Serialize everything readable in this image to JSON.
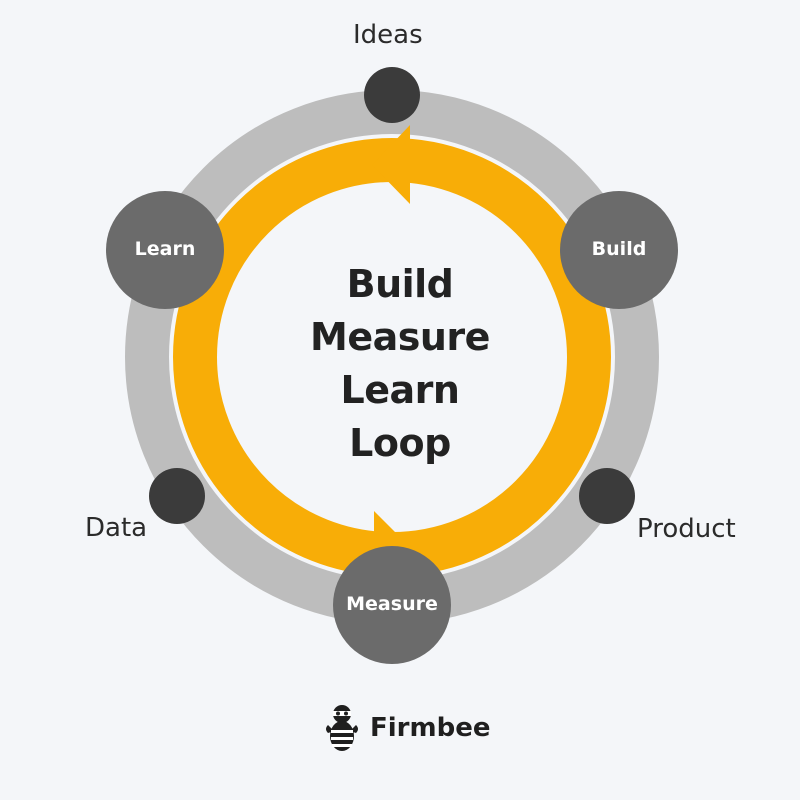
{
  "title_lines": [
    "Build",
    "Measure",
    "Learn",
    "Loop"
  ],
  "stages": [
    {
      "key": "build",
      "label": "Build"
    },
    {
      "key": "measure",
      "label": "Measure"
    },
    {
      "key": "learn",
      "label": "Learn"
    }
  ],
  "outputs": [
    {
      "key": "ideas",
      "label": "Ideas"
    },
    {
      "key": "product",
      "label": "Product"
    },
    {
      "key": "data",
      "label": "Data"
    }
  ],
  "brand": {
    "name": "Firmbee"
  },
  "colors": {
    "background": "#f4f6f9",
    "outer_ring": "#bdbdbd",
    "inner_ring": "#f8ad07",
    "stage_circle": "#6b6b6b",
    "output_dot": "#3b3b3b",
    "title_text": "#222222"
  }
}
